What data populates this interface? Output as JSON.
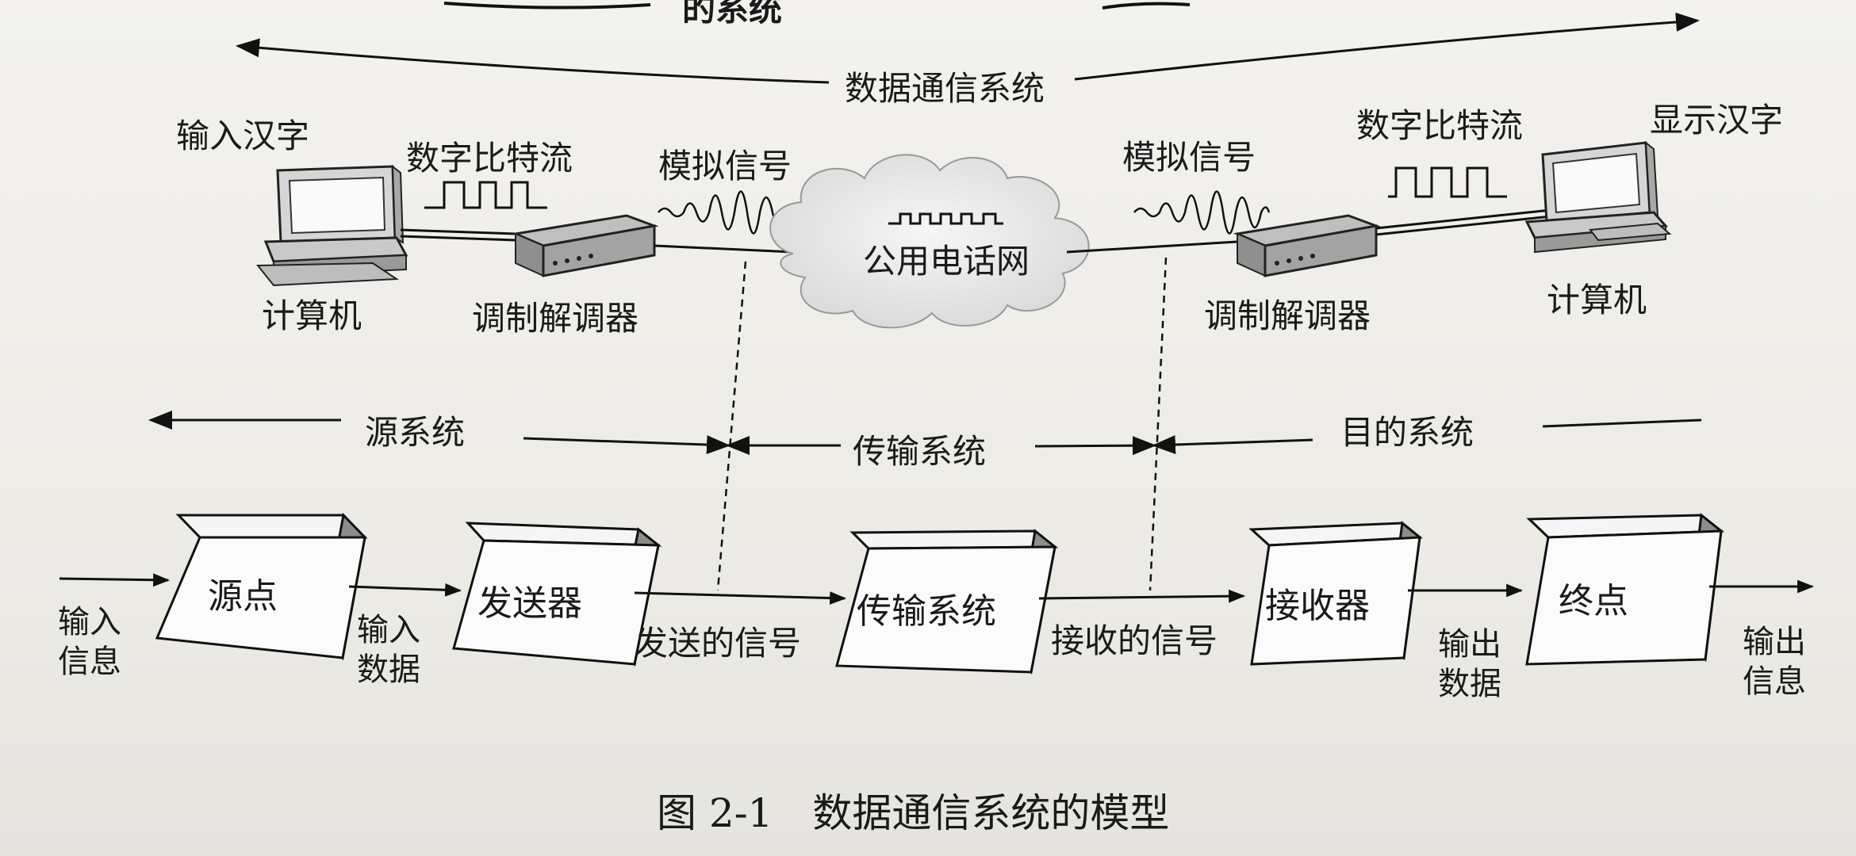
{
  "header_partial": "的系统",
  "top_system": "数据通信系统",
  "top": {
    "left_input": "输入汉字",
    "left_bits": "数字比特流",
    "left_analog": "模拟信号",
    "left_computer": "计算机",
    "left_modem": "调制解调器",
    "cloud": "公用电话网",
    "right_analog": "模拟信号",
    "right_bits": "数字比特流",
    "right_display": "显示汉字",
    "right_modem": "调制解调器",
    "right_computer": "计算机"
  },
  "sections": {
    "source": "源系统",
    "transmission": "传输系统",
    "destination": "目的系统"
  },
  "blocks": {
    "source": "源点",
    "sender": "发送器",
    "transmission": "传输系统",
    "receiver": "接收器",
    "sink": "终点"
  },
  "flow": {
    "input_info": "输入信息",
    "input_data": "输入数据",
    "sent_signal": "发送的信号",
    "received_signal": "接收的信号",
    "output_data": "输出数据",
    "output_info": "输出信息"
  },
  "caption": "图 2-1　数据通信系统的模型"
}
